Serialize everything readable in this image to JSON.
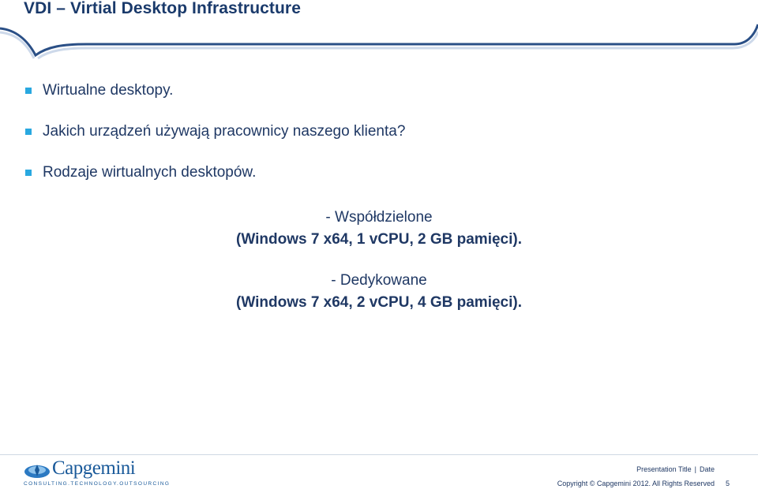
{
  "slide": {
    "title": "VDI – Virtial Desktop Infrastructure",
    "bullets": [
      "Wirtualne desktopy.",
      "Jakich urządzeń używają pracownicy naszego klienta?",
      "Rodzaje wirtualnych desktopów."
    ],
    "types": [
      {
        "name": "- Współdzielone",
        "spec": "(Windows 7 x64, 1 vCPU, 2 GB pamięci)."
      },
      {
        "name": "- Dedykowane",
        "spec": "(Windows 7 x64, 2 vCPU, 4 GB pamięci)."
      }
    ]
  },
  "footer": {
    "logo_text": "Capgemini",
    "logo_tagline": "CONSULTING.TECHNOLOGY.OUTSOURCING",
    "presentation_title": "Presentation Title",
    "date": "Date",
    "copyright": "Copyright © Capgemini 2012. All Rights Reserved",
    "page_number": "5"
  },
  "colors": {
    "title": "#1a3a6b",
    "text": "#1f3864",
    "bullet": "#29a8e0",
    "brand": "#1a5a9a"
  }
}
